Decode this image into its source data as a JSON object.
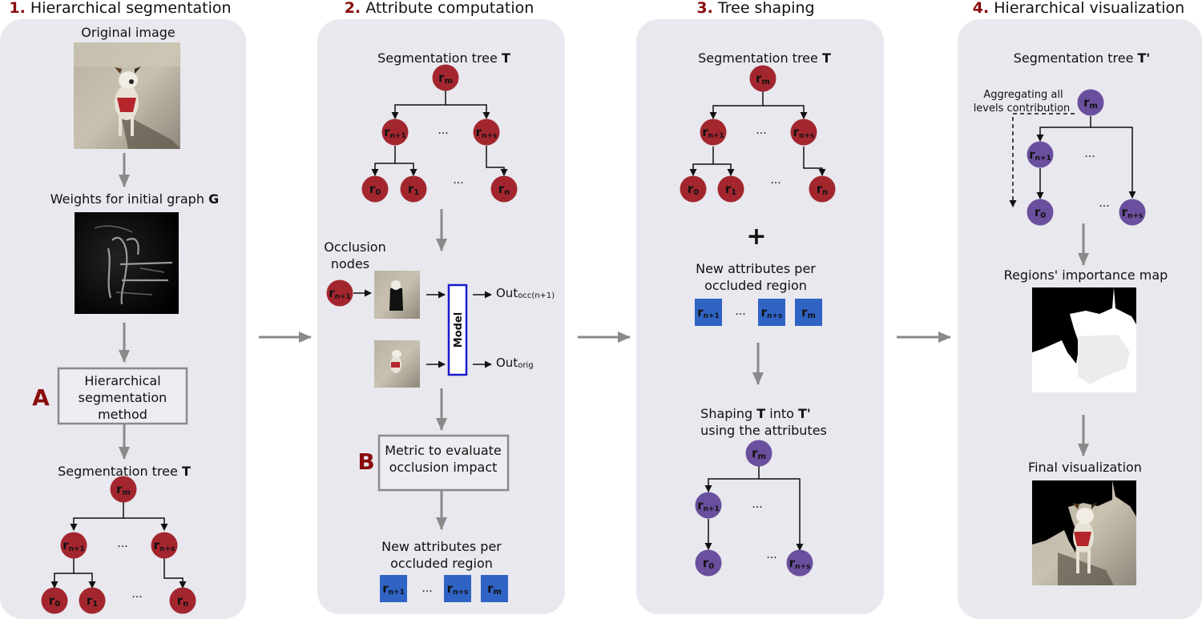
{
  "colors": {
    "panel": "#e8e8ee",
    "node_red": "#a3262f",
    "node_purple": "#6a4f9e",
    "node_blue": "#2f63c4",
    "accent_dark_red": "#8a0b0b",
    "arrow_gray": "#8a8a8a",
    "model_box": "#1a1acc"
  },
  "steps": [
    {
      "num": "1.",
      "title": "Hierarchical segmentation"
    },
    {
      "num": "2.",
      "title": "Attribute computation"
    },
    {
      "num": "3.",
      "title": "Tree shaping"
    },
    {
      "num": "4.",
      "title": "Hierarchical visualization"
    }
  ],
  "panel1": {
    "original_image": "Original image",
    "weights_label": "Weights for initial graph ",
    "weights_bold": "G",
    "method_line1": "Hierarchical",
    "method_line2": "segmentation",
    "method_line3": "method",
    "marker": "A",
    "tree_label": "Segmentation tree ",
    "tree_bold": "T"
  },
  "panel2": {
    "tree_label": "Segmentation tree ",
    "tree_bold": "T",
    "occlusion_line1": "Occlusion",
    "occlusion_line2": "nodes",
    "model_label": "Model",
    "out_occ": "Out",
    "out_occ_sub": "occ(n+1)",
    "out_orig": "Out",
    "out_orig_sub": "orig",
    "marker": "B",
    "metric_line1": "Metric to evaluate",
    "metric_line2": "occlusion impact",
    "new_attr_line1": "New attributes per",
    "new_attr_line2": "occluded region"
  },
  "panel3": {
    "tree_label": "Segmentation tree  ",
    "tree_bold": "T",
    "plus": "+",
    "new_attr_line1": "New attributes per",
    "new_attr_line2": "occluded region",
    "shaping_a": "Shaping ",
    "shaping_b": "T",
    "shaping_c": " into ",
    "shaping_d": "T'",
    "shaping_line2": "using the attributes"
  },
  "panel4": {
    "tree_label": "Segmentation tree ",
    "tree_bold": "T'",
    "aggregating_line1": "Aggregating all",
    "aggregating_line2": "levels contribution",
    "importance_label": "Regions' importance map",
    "final_label": "Final visualization"
  },
  "node_labels": {
    "r": "r",
    "m": "m",
    "n1": "n+1",
    "ns": "n+s",
    "zero": "0",
    "one": "1",
    "n": "n"
  },
  "ellipsis": "..."
}
